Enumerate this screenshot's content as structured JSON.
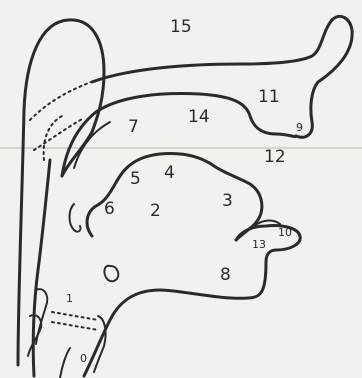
{
  "labels": {
    "l1": "1",
    "l2": "2",
    "l3": "3",
    "l4": "4",
    "l5": "5",
    "l6": "6",
    "l7": "7",
    "l8": "8",
    "l9": "9",
    "l10": "10",
    "l11": "11",
    "l12": "12",
    "l13": "13",
    "l14": "14",
    "l15": "15",
    "l0": "0"
  }
}
